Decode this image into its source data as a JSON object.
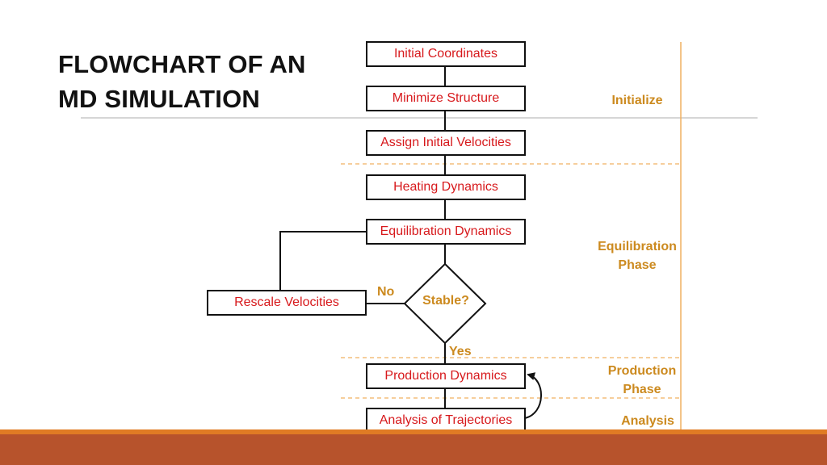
{
  "title": {
    "line1": "FLOWCHART OF AN",
    "line2": "MD SIMULATION"
  },
  "steps": {
    "initial_coordinates": "Initial Coordinates",
    "minimize_structure": "Minimize Structure",
    "assign_velocities": "Assign Initial Velocities",
    "heating": "Heating Dynamics",
    "equilibration": "Equilibration Dynamics",
    "rescale": "Rescale Velocities",
    "decision": "Stable?",
    "production": "Production Dynamics",
    "analysis": "Analysis of Trajectories"
  },
  "branches": {
    "no": "No",
    "yes": "Yes"
  },
  "phases": {
    "initialize": "Initialize",
    "equilibration_1": "Equilibration",
    "equilibration_2": "Phase",
    "production_1": "Production",
    "production_2": "Phase",
    "analysis": "Analysis"
  },
  "colors": {
    "box_text": "#d7191c",
    "phase_text": "#cc8a1f",
    "divider": "#f0b060",
    "footer": "#b7532c",
    "footer_stripe": "#e07b24"
  }
}
